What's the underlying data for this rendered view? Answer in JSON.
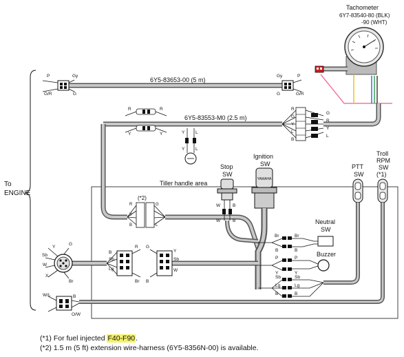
{
  "labels": {
    "tach_title": "Tachometer",
    "tach_part1": "6Y7-83540-80 (BLK)",
    "tach_part2": "-90 (WHT)",
    "harness1": "6Y5-83653-00 (5 m)",
    "harness2": "6Y5-83553-M0 (2.5 m)",
    "to_engine_1": "To",
    "to_engine_2": "ENGINE",
    "tiller_area": "Tiller handle area",
    "stop_sw_1": "Stop",
    "stop_sw_2": "SW",
    "ignition_sw_1": "Ignition",
    "ignition_sw_2": "SW",
    "ptt_sw_1": "PTT",
    "ptt_sw_2": "SW",
    "troll_1": "Troll",
    "troll_2": "RPM",
    "troll_3": "SW",
    "troll_4": "(*1)",
    "neutral_sw_1": "Neutral",
    "neutral_sw_2": "SW",
    "buzzer": "Buzzer",
    "star2": "(*2)",
    "yamaha": "YAMAHA"
  },
  "footnotes": {
    "note1_prefix": "(*1) For fuel injected ",
    "note1_highlight": "F40-F90",
    "note1_suffix": ".",
    "note2": "(*2) 1.5 m (5 ft) extension wire-harness (6Y5-8356N-00) is available."
  },
  "wire_codes": {
    "p": "P",
    "gy": "Gy",
    "gr": "G/R",
    "g": "G",
    "r": "R",
    "y": "Y",
    "l": "L",
    "b": "B",
    "w": "W",
    "br": "Br",
    "sb": "Sb",
    "lg": "Lg",
    "wl": "W/L",
    "ow": "O/W",
    "x": "X"
  },
  "colors": {
    "pink_wire": "#f07aa0",
    "yellow_wire": "#f0c020",
    "blue_wire": "#3a6fd0",
    "green_wire": "#3aa050",
    "red_connector": "#d02020",
    "highlight": "#f4f16a",
    "cable_gray": "#9a9a9a"
  }
}
